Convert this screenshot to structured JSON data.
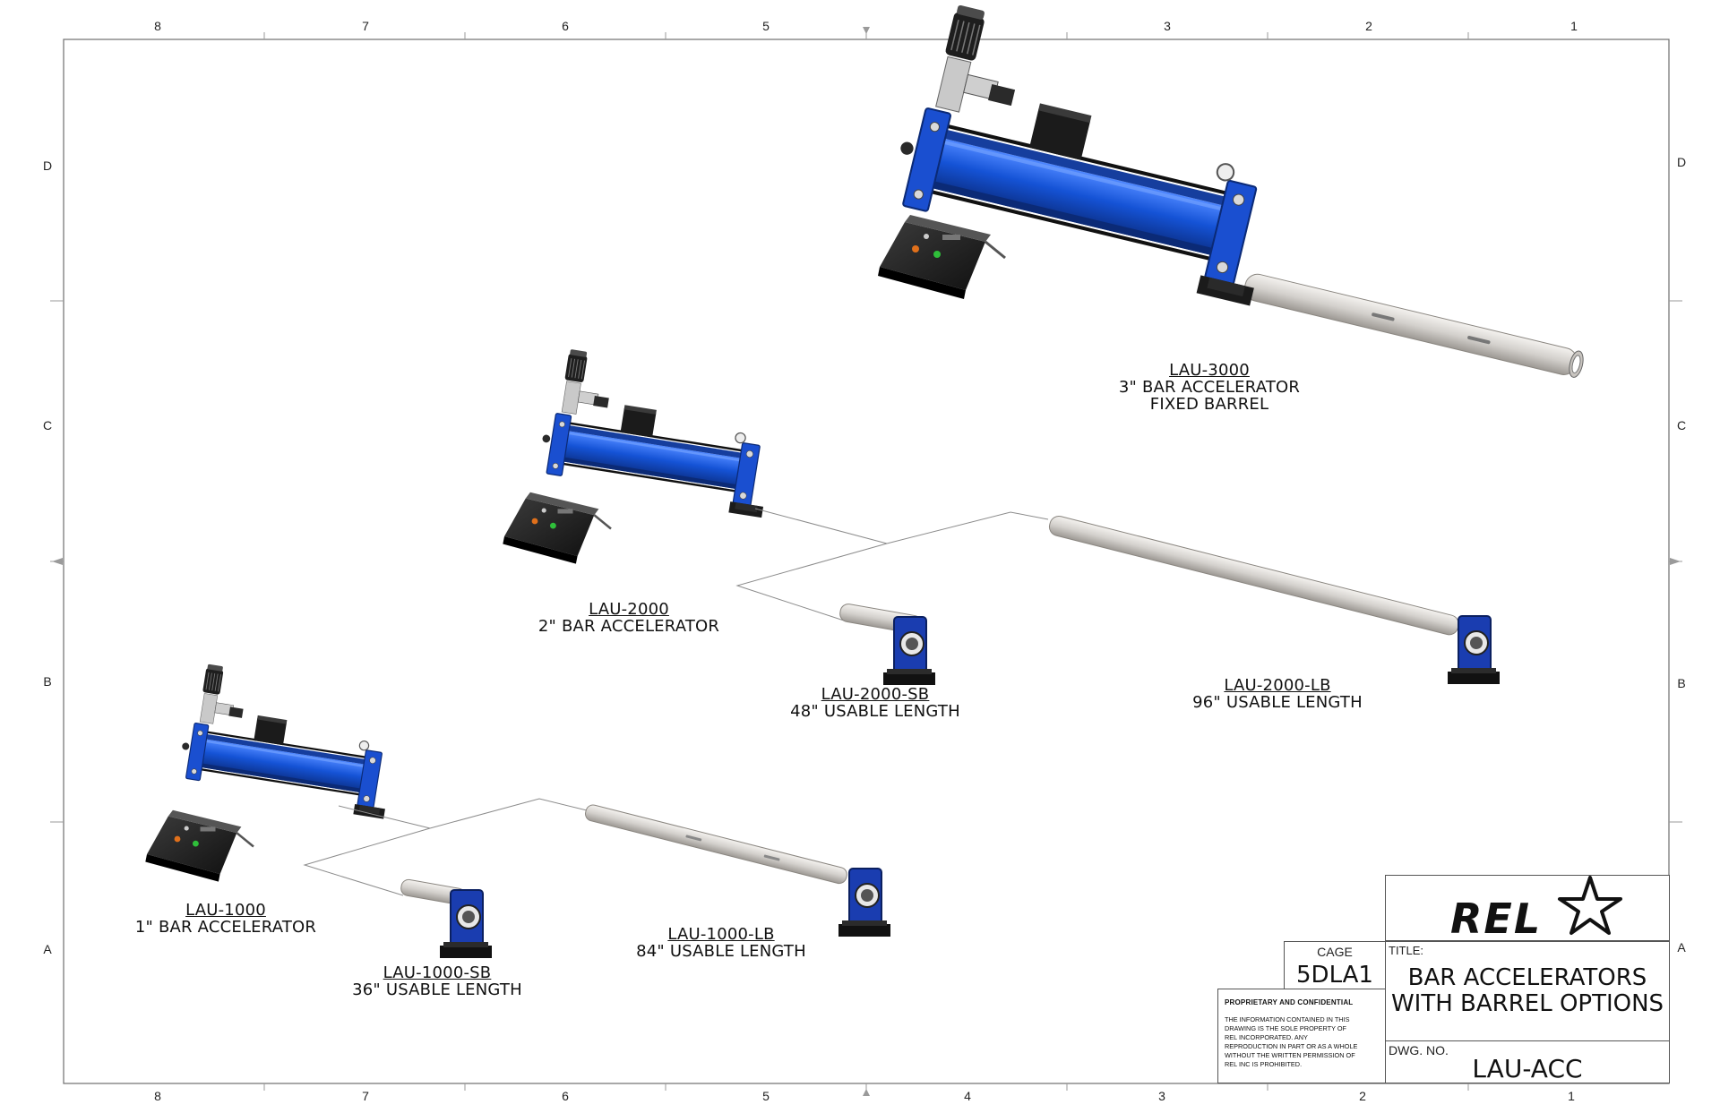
{
  "drawing": {
    "zones_columns": [
      "8",
      "7",
      "6",
      "5",
      "4",
      "3",
      "2",
      "1"
    ],
    "zones_rows": [
      "D",
      "C",
      "B",
      "A"
    ],
    "colors": {
      "border": "#6f6f6f",
      "body_blue": "#1553d6",
      "body_blue_dark": "#0b2f86",
      "body_blue_light": "#4d86ff",
      "barrel": "#d3d0cc",
      "barrel_shade": "#9c9893",
      "mount_black": "#1c1c1c",
      "leader": "#8c8c8c"
    },
    "parts": {
      "lau3000": {
        "name": "LAU-3000",
        "line1": "3\" BAR ACCELERATOR",
        "line2": "FIXED BARREL"
      },
      "lau2000": {
        "name": "LAU-2000",
        "line1": "2\" BAR ACCELERATOR"
      },
      "lau2000sb": {
        "name": "LAU-2000-SB",
        "line1": "48\" USABLE LENGTH"
      },
      "lau2000lb": {
        "name": "LAU-2000-LB",
        "line1": "96\" USABLE LENGTH"
      },
      "lau1000": {
        "name": "LAU-1000",
        "line1": "1\" BAR ACCELERATOR"
      },
      "lau1000sb": {
        "name": "LAU-1000-SB",
        "line1": "36\" USABLE LENGTH"
      },
      "lau1000lb": {
        "name": "LAU-1000-LB",
        "line1": "84\" USABLE LENGTH"
      }
    },
    "title_block": {
      "logo_text": "REL",
      "cage_label": "CAGE",
      "cage_value": "5DLA1",
      "title_label": "TITLE:",
      "title_line1": "BAR ACCELERATORS",
      "title_line2": "WITH BARREL OPTIONS",
      "dwg_label": "DWG. NO.",
      "dwg_value": "LAU-ACC",
      "confidential_heading": "PROPRIETARY AND CONFIDENTIAL",
      "confidential_lines": [
        "THE INFORMATION CONTAINED IN THIS",
        "DRAWING IS THE SOLE PROPERTY OF",
        "REL INCORPORATED.  ANY",
        "REPRODUCTION IN PART OR AS A WHOLE",
        "WITHOUT THE WRITTEN PERMISSION OF",
        "REL INC IS PROHIBITED."
      ]
    }
  }
}
